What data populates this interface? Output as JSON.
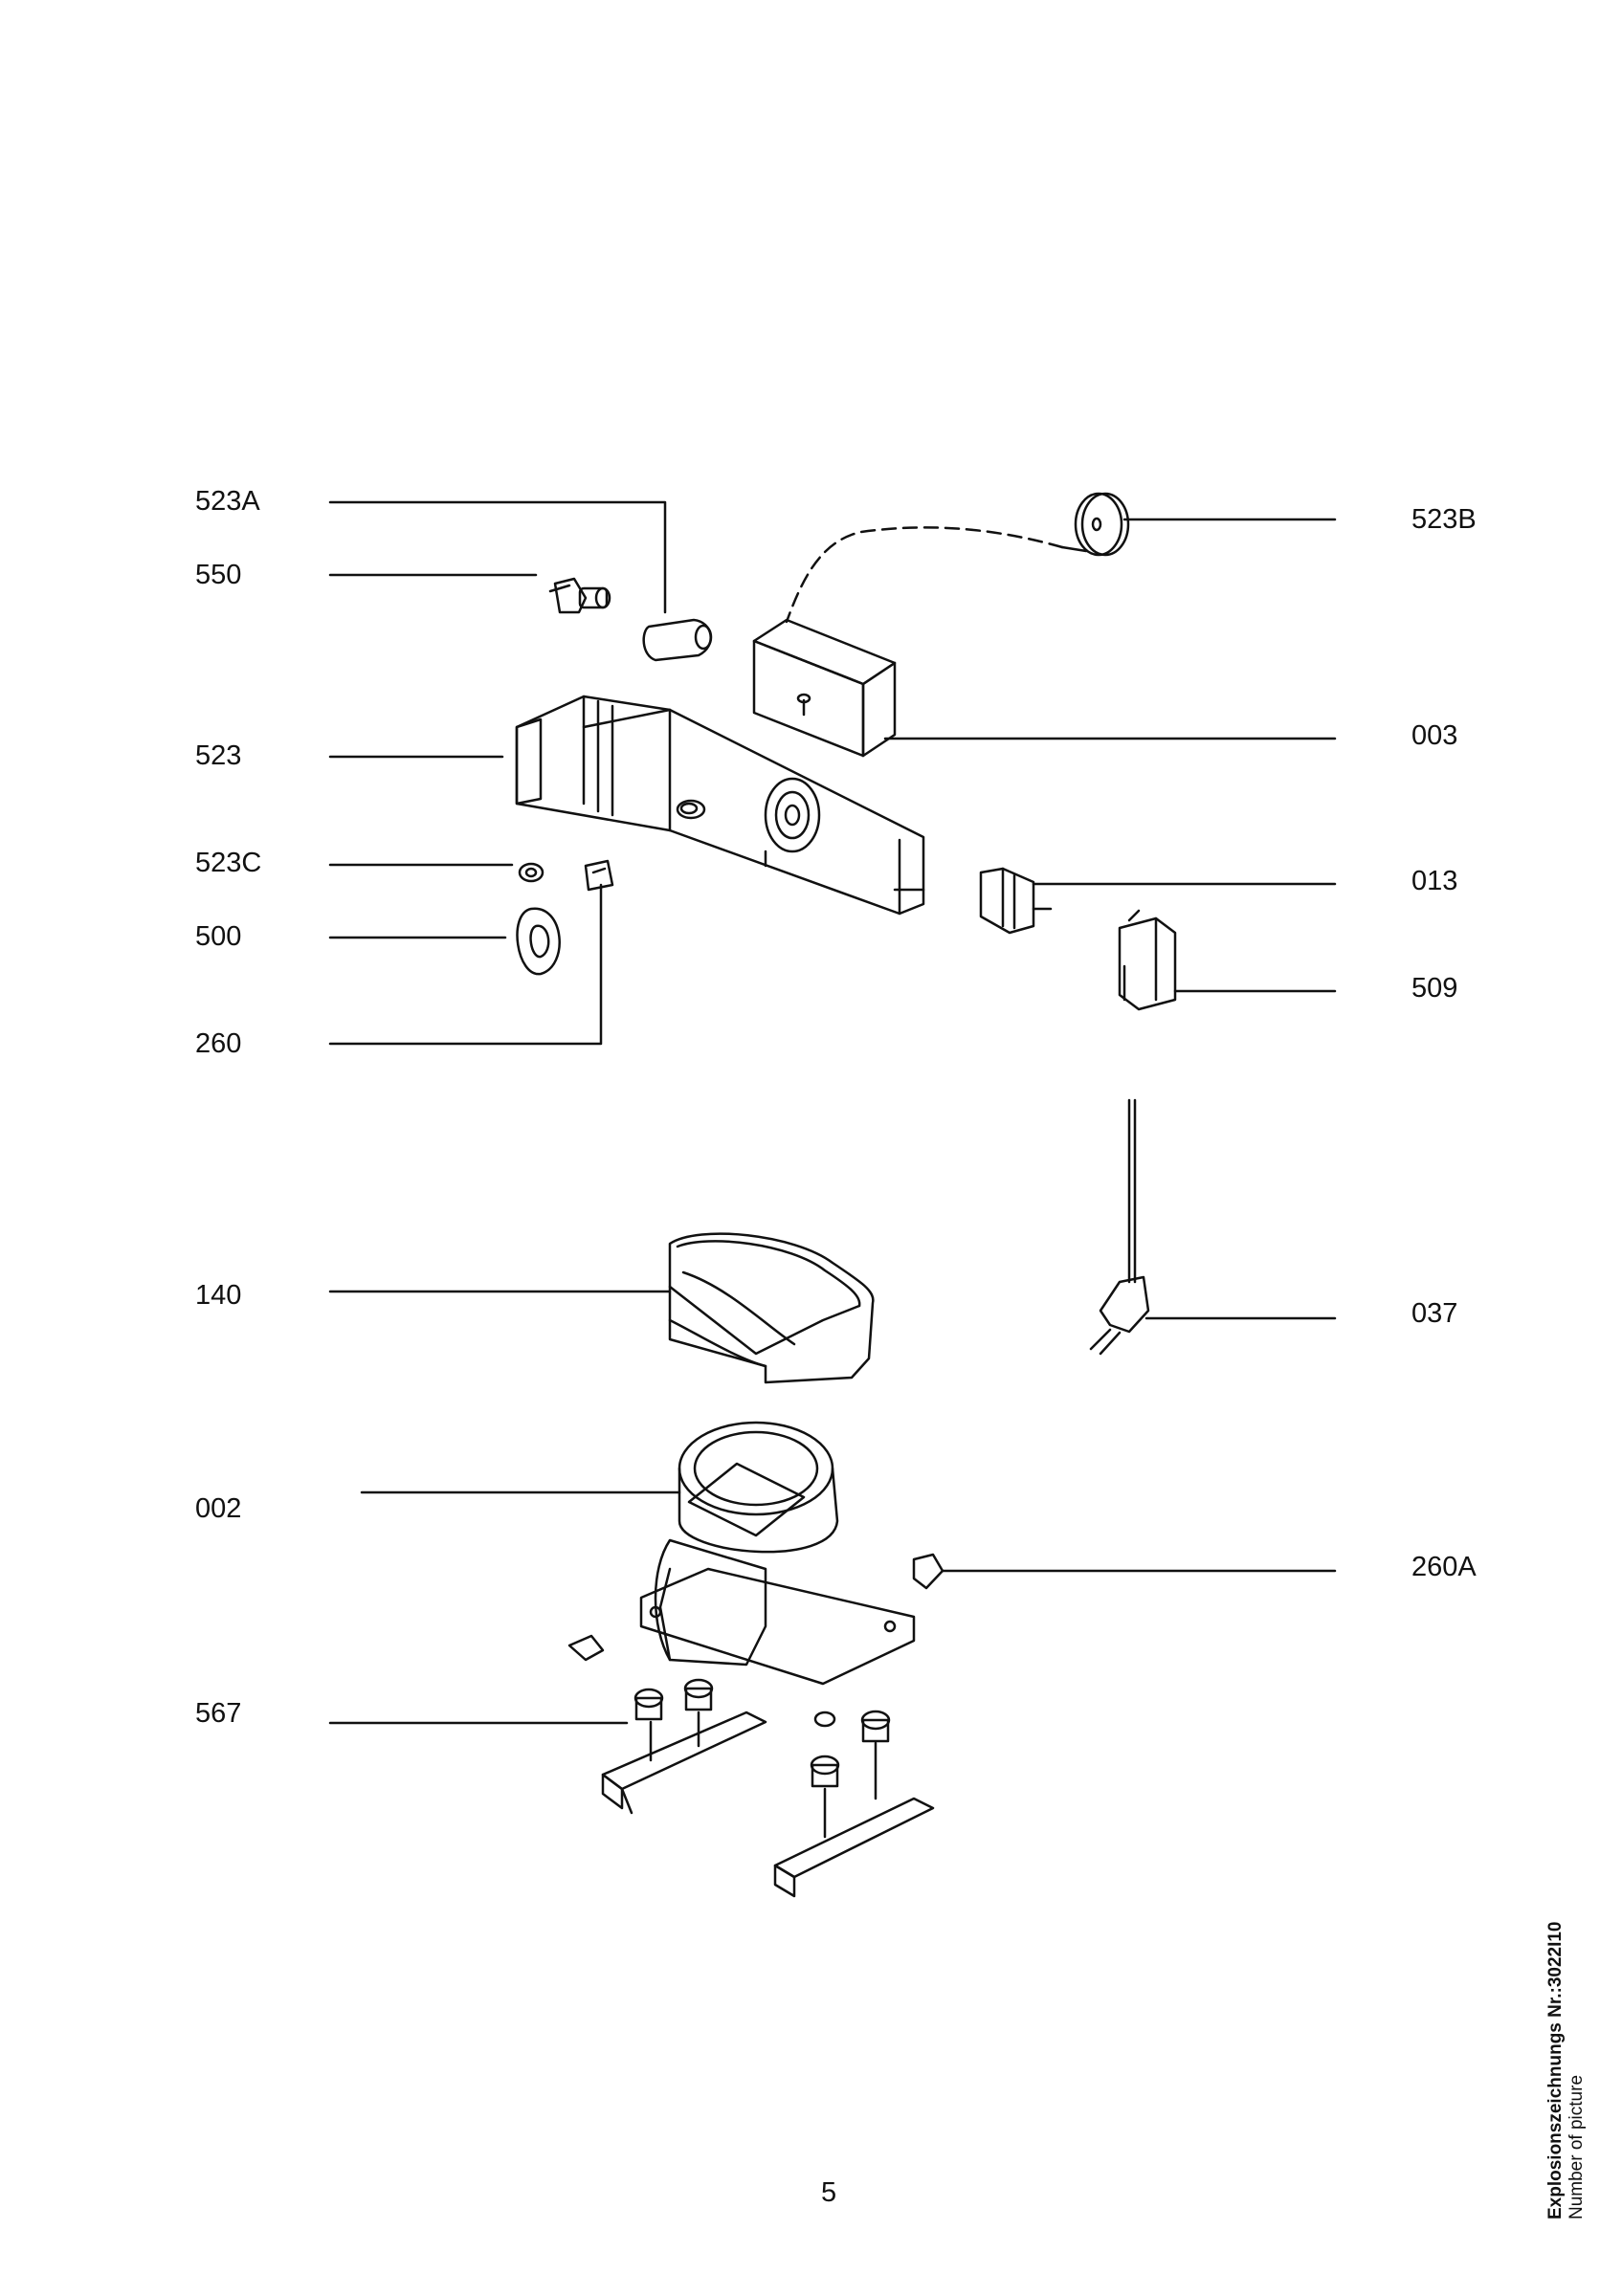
{
  "labels": {
    "l523A": "523A",
    "l550": "550",
    "l523": "523",
    "l523C": "523C",
    "l500": "500",
    "l260": "260",
    "l140": "140",
    "l002": "002",
    "l567": "567",
    "l523B": "523B",
    "l003": "003",
    "l013": "013",
    "l509": "509",
    "l037": "037",
    "l260A": "260A"
  },
  "page_number": "5",
  "side_caption": {
    "line1": "Explosionszeichnungs Nr.:3022I10",
    "line2": "Number of picture"
  }
}
